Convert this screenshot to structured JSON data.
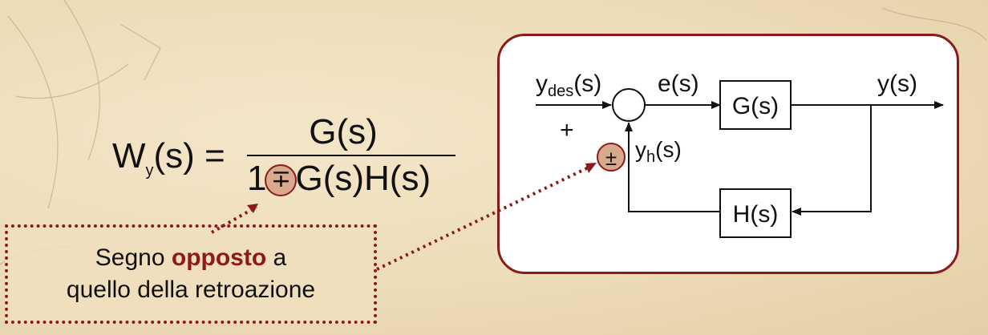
{
  "formula": {
    "lhs_main": "W",
    "lhs_sub": "y",
    "lhs_rest": "(s) =",
    "numerator": "G(s)",
    "den_left": "1",
    "den_sign": "∓",
    "den_right": "G(s)H(s)"
  },
  "note": {
    "line1_pre": "Segno ",
    "line1_bold": "opposto",
    "line1_post": " a",
    "line2": "quello della retroazione"
  },
  "diagram": {
    "input_main": "y",
    "input_sub": "des",
    "input_rest": "(s)",
    "plus_sign": "+",
    "error_label": "e(s)",
    "g_block": "G(s)",
    "output_label": "y(s)",
    "h_block": "H(s)",
    "feedback_sign": "±",
    "feedback_main": "y",
    "feedback_sub": "h",
    "feedback_rest": "(s)"
  },
  "colors": {
    "accent": "#8b1a1a",
    "highlight": "#d9a98d",
    "background": "#ecdcb8"
  }
}
